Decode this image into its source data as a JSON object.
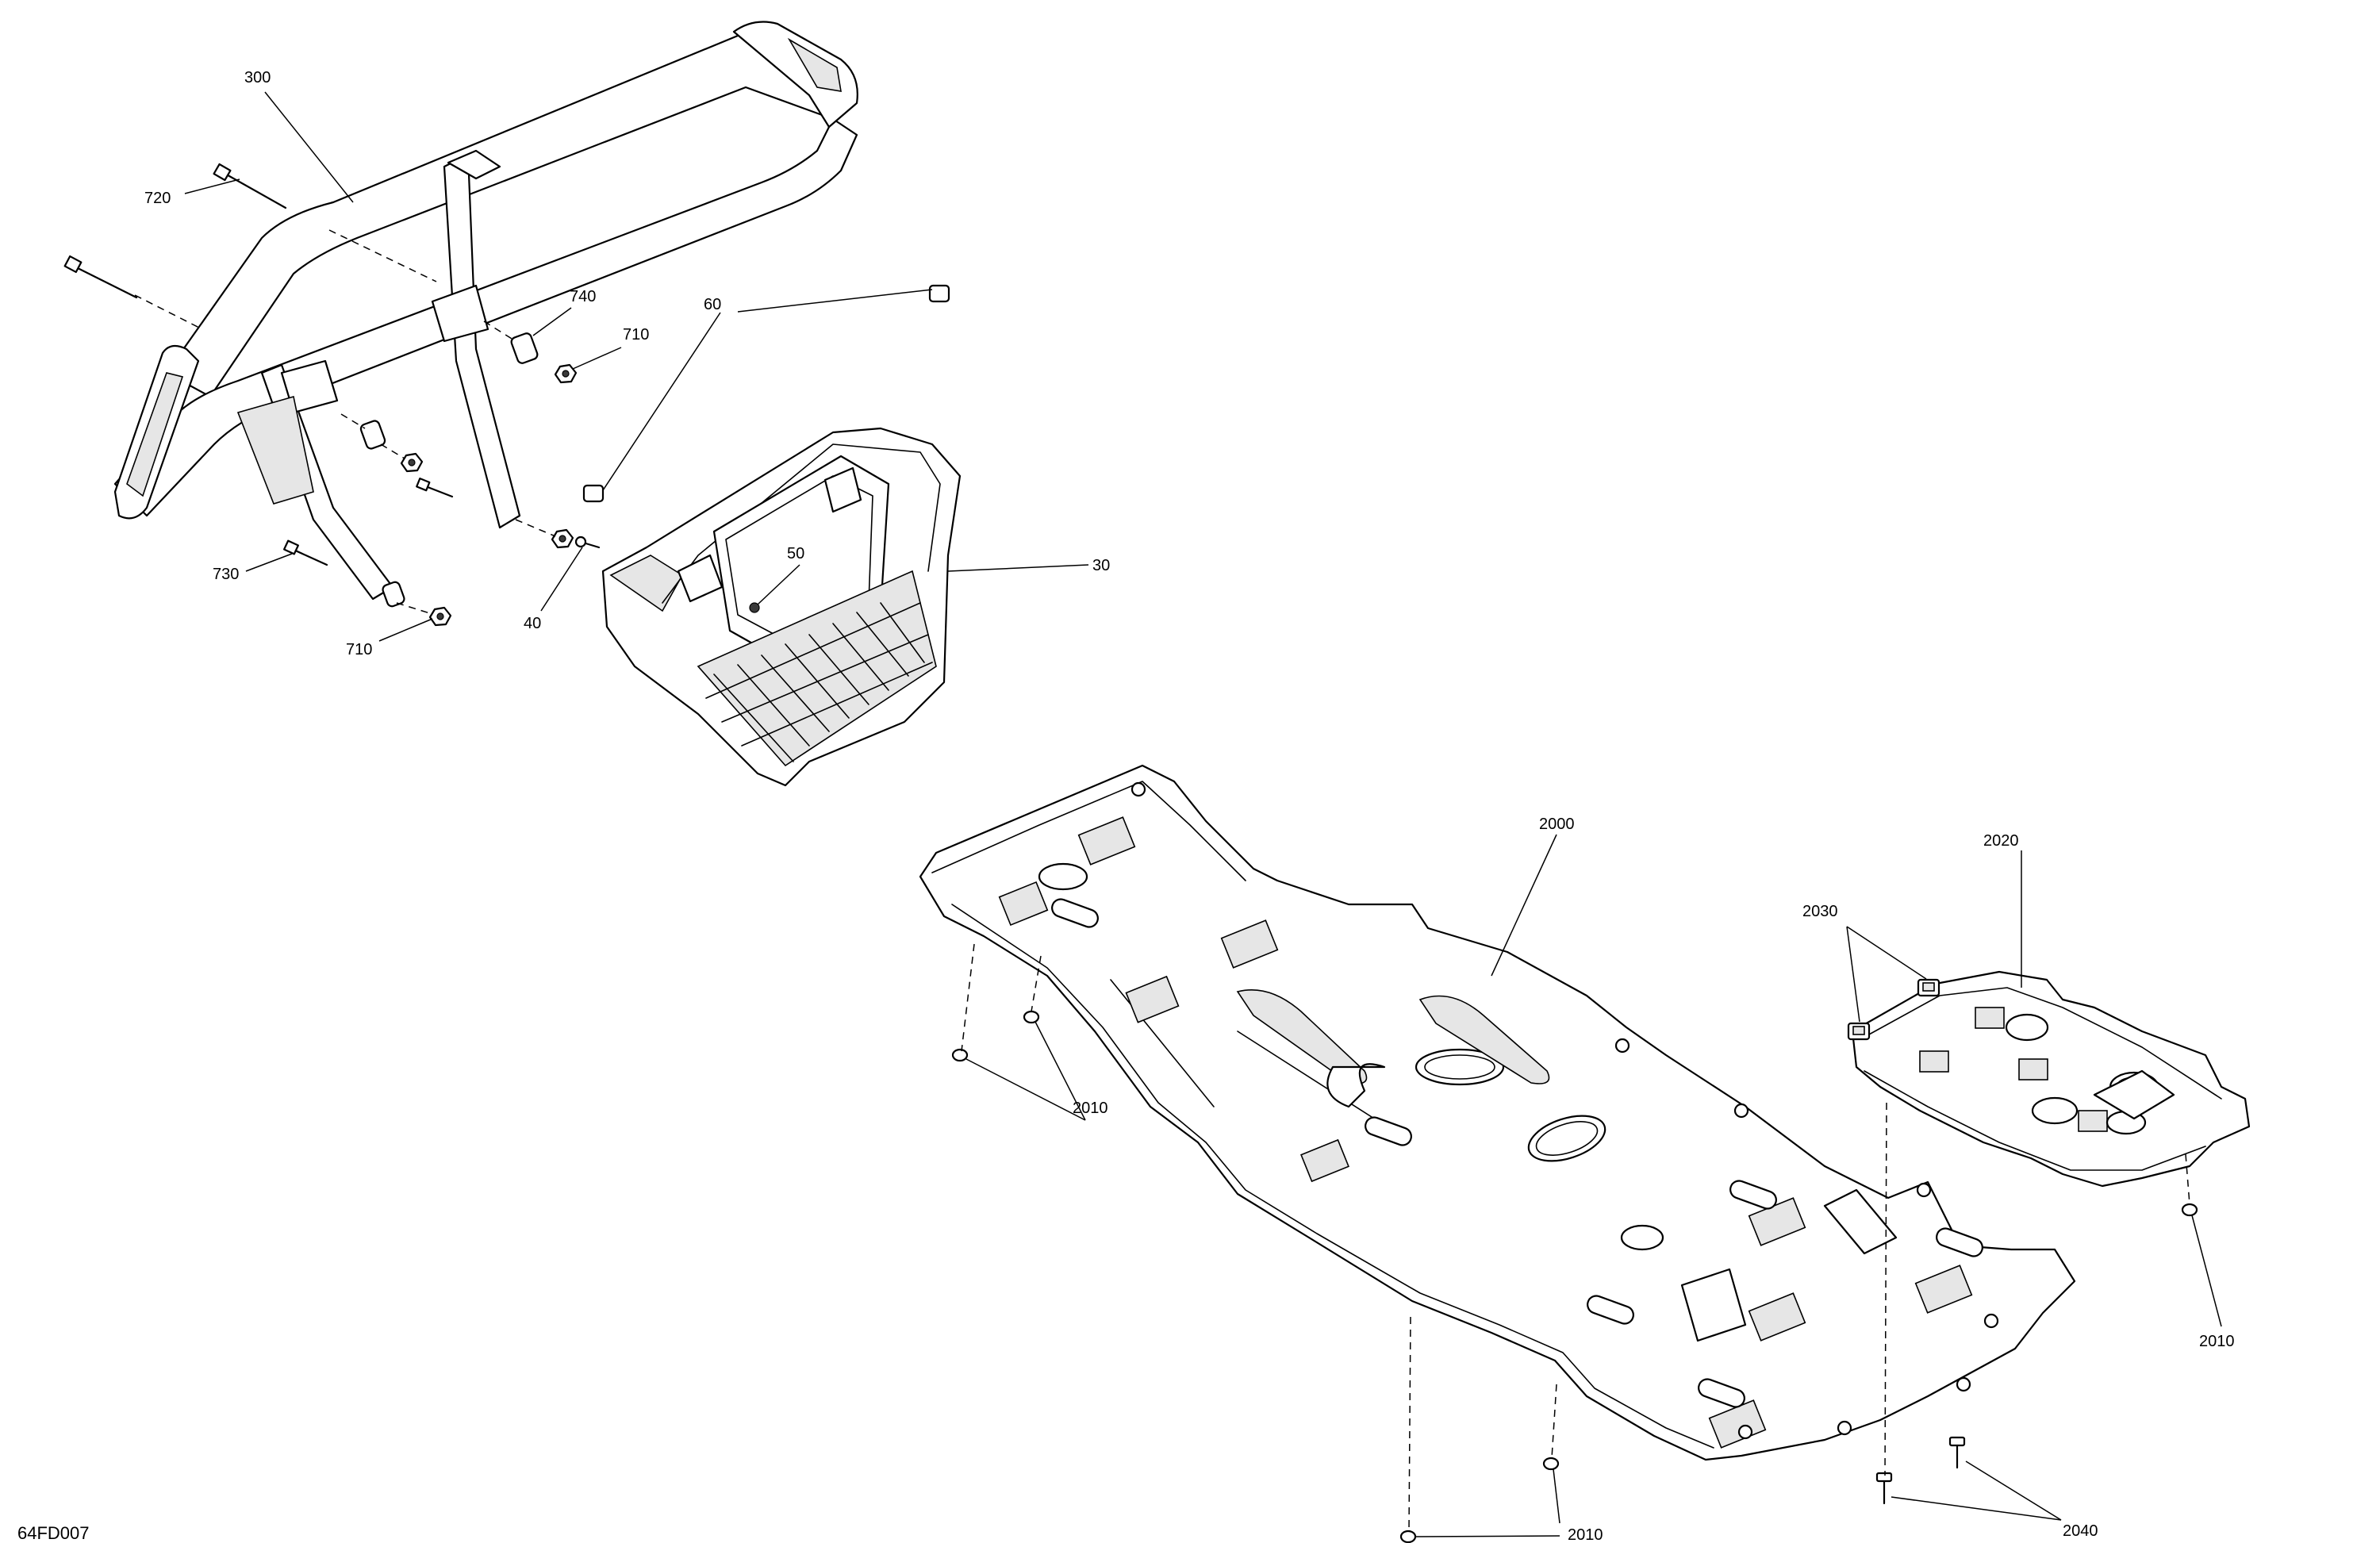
{
  "drawing_code": "64FD007",
  "callouts": {
    "c300": "300",
    "c720": "720",
    "c740": "740",
    "c710a": "710",
    "c60": "60",
    "c50": "50",
    "c30": "30",
    "c730": "730",
    "c40": "40",
    "c710b": "710",
    "c2000": "2000",
    "c2020": "2020",
    "c2030": "2030",
    "c2010a": "2010",
    "c2010b": "2010",
    "c2010c": "2010",
    "c2040": "2040"
  }
}
